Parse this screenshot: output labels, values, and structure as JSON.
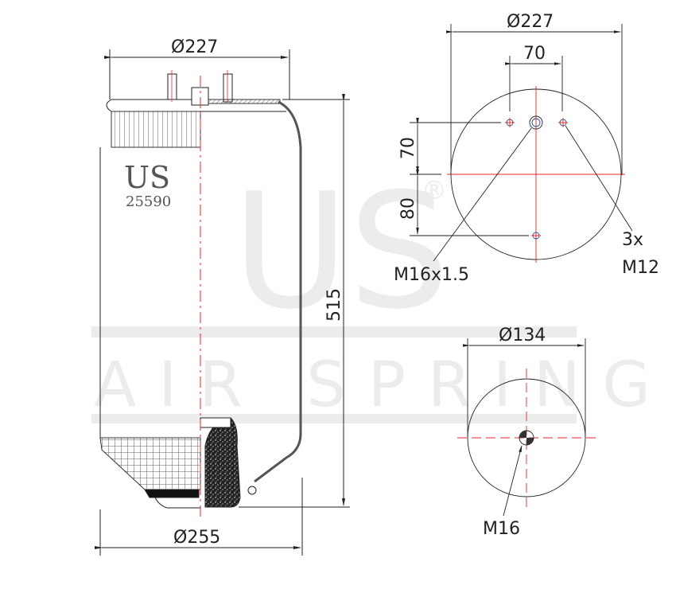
{
  "drawing": {
    "title": "Air spring technical drawing",
    "accent_centerline_color": "#e8262a",
    "line_color": "#222222"
  },
  "watermark": {
    "logo_letters": "US",
    "registered_mark": "®",
    "tagline": "AIR SPRING"
  },
  "side_view": {
    "brand_label": "US",
    "part_number": "25590",
    "top_diameter": "Ø227",
    "bottom_diameter": "Ø255",
    "height": "515"
  },
  "top_plate_view": {
    "outer_diameter": "Ø227",
    "stud_spacing": "70",
    "vertical_offset_upper": "70",
    "vertical_offset_lower": "80",
    "air_inlet_thread": "M16x1.5",
    "stud_count_label": "3x",
    "stud_thread": "M12"
  },
  "bottom_piston_view": {
    "diameter": "Ø134",
    "center_thread": "M16"
  }
}
